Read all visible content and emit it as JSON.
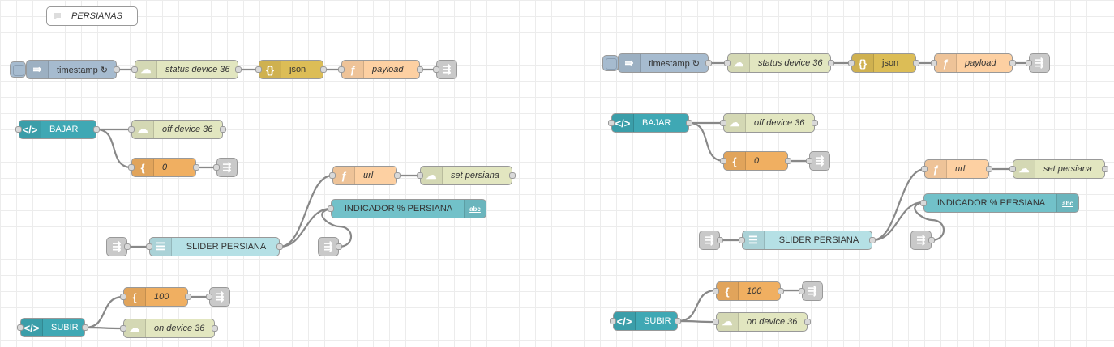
{
  "comment": {
    "label": "PERSIANAS"
  },
  "flow_left": {
    "timestamp": "timestamp ↻",
    "status_device": "status device 36",
    "json": "json",
    "payload": "payload",
    "bajar": "BAJAR",
    "off_device": "off device 36",
    "zero": "0",
    "url": "url",
    "set_persiana": "set persiana",
    "indicador": "INDICADOR % PERSIANA",
    "slider": "SLIDER PERSIANA",
    "hundred": "100",
    "subir": "SUBIR",
    "on_device": "on device 36"
  },
  "flow_right": {
    "timestamp": "timestamp ↻",
    "status_device": "status device 36",
    "json": "json",
    "payload": "payload",
    "bajar": "BAJAR",
    "off_device": "off device 36",
    "zero": "0",
    "url": "url",
    "set_persiana": "set persiana",
    "indicador": "INDICADOR % PERSIANA",
    "slider": "SLIDER PERSIANA",
    "hundred": "100",
    "subir": "SUBIR",
    "on_device": "on device 36"
  },
  "icons": {
    "inject": "inject-arrow-icon",
    "mqtt": "bridge-icon",
    "json": "braces-icon",
    "function": "function-icon",
    "debug": "debug-icon",
    "ui_template": "code-icon",
    "change": "brace-icon",
    "text": "abc-icon",
    "slider": "slider-icon"
  },
  "colors": {
    "inject": "#a6bbcf",
    "mqtt": "#e2e6c0",
    "json": "#dcbd56",
    "function": "#fdd0a2",
    "debug": "#d6d6d6",
    "ui_button": "#3fa8b4",
    "change": "#f0af61",
    "text": "#72c1c9",
    "slider": "#b5e0e5"
  }
}
